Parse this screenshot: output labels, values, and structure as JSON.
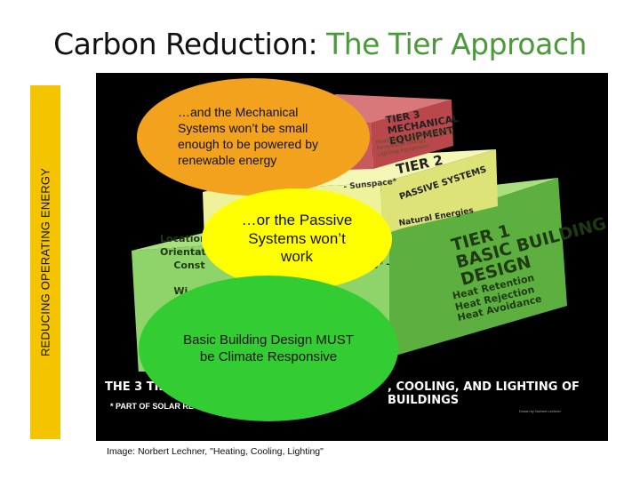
{
  "slide": {
    "title_main": "Carbon Reduction: ",
    "title_accent": "The Tier Approach",
    "side_label": "REDUCING OPERATING ENERGY",
    "caption": "Image: Norbert Lechner, \"Heating, Cooling, Lighting\""
  },
  "diagram": {
    "tier3_title": "TIER 3\nMECHANICAL\nEQUIPMENT",
    "tier3_sub": "Heating & Cooling Equipment\nRenewable Energy\nLighting Equipment",
    "tier2_title": "TIER 2",
    "tier2_sub": "PASSIVE SYSTEMS",
    "tier2_extra": "Natural Energies",
    "tier1_title": "TIER 1\nBASIC BUILDING\nDESIGN",
    "tier1_sub": "Heat Retention\nHeat Rejection\nHeat Avoidance",
    "sunspace": "- Sunspace*",
    "left_words": "Location\nOrientation\n    Const\n\n    Wi",
    "left_dash": "ing* -",
    "banner_left": "THE 3 TIE",
    "banner_right": ", COOLING, AND LIGHTING OF BUILDINGS",
    "banner_sub": "* PART OF SOLAR RE",
    "credit_tiny": "Drawn by Norbert Lechner"
  },
  "bubbles": {
    "top": "…and the Mechanical Systems won’t be small enough to be powered by renewable energy",
    "middle": "…or the Passive Systems won’t work",
    "bottom": "Basic Building Design MUST be Climate Responsive"
  },
  "colors": {
    "side_bar": "#f5c400",
    "title_accent": "#4a9a3a",
    "bubble_top": "#f3a21d",
    "bubble_middle": "#ffff00",
    "bubble_bottom": "#33cc33",
    "tier1": "#7dcc5a",
    "tier2": "#e9ee8a",
    "tier3": "#c8585c"
  }
}
